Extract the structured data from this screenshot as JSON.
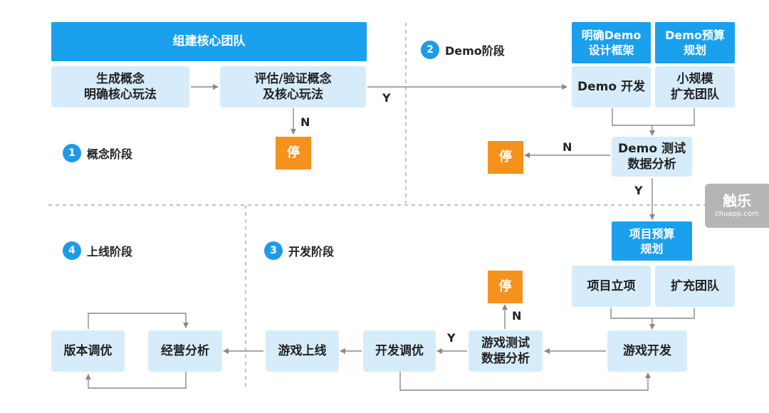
{
  "boxes": {
    "core_team": "组建核心团队",
    "gen_concept": "生成概念\n明确核心玩法",
    "eval_concept": "评估/验证概念\n及核心玩法",
    "stop1": "停",
    "define_demo": "明确Demo\n设计框架",
    "demo_budget": "Demo预算\n规划",
    "demo_dev": "Demo 开发",
    "small_team": "小规模\n扩充团队",
    "stop2": "停",
    "demo_test": "Demo 测试\n数据分析",
    "project_budget": "项目预算\n规划",
    "project_setup": "项目立项",
    "expand_team": "扩充团队",
    "stop3": "停",
    "game_dev": "游戏开发",
    "game_test": "游戏测试\n数据分析",
    "dev_tune": "开发调优",
    "game_launch": "游戏上线",
    "ops_analysis": "经营分析",
    "version_tune": "版本调优"
  },
  "stages": [
    {
      "num": "1",
      "label": "概念阶段"
    },
    {
      "num": "2",
      "label": "Demo阶段"
    },
    {
      "num": "3",
      "label": "开发阶段"
    },
    {
      "num": "4",
      "label": "上线阶段"
    }
  ],
  "flags": {
    "y1": "Y",
    "n1": "N",
    "n2": "N",
    "y2": "Y",
    "y3": "Y",
    "n3": "N"
  },
  "watermark": {
    "main": "触乐",
    "sub": "chuapp.com"
  },
  "colors": {
    "dark_blue": "#1aa0ec",
    "light_blue": "#d6ecfa",
    "stop_orange": "#f5921e",
    "line_gray": "#888888"
  }
}
